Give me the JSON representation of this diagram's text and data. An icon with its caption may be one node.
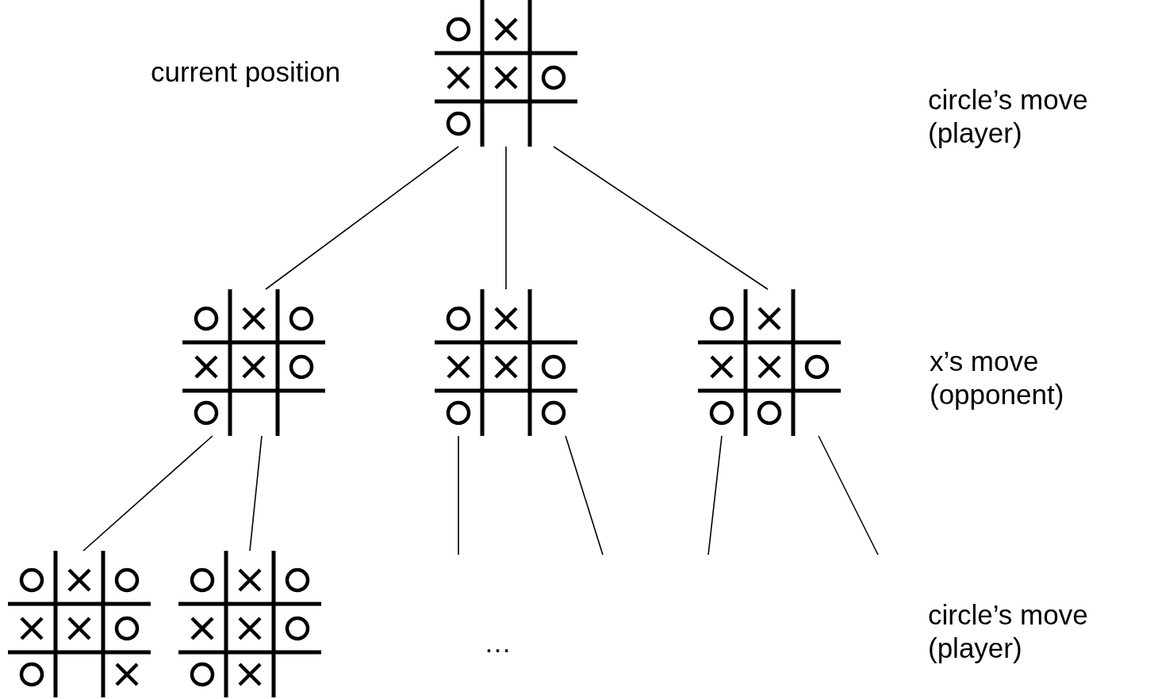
{
  "diagram": {
    "nodes": [
      {
        "text": [],
        "shape": "grid",
        "beside": [
          "current position"
        ]
      },
      {
        "text": [],
        "shape": "grid"
      },
      {
        "text": [],
        "shape": "grid"
      },
      {
        "text": [],
        "shape": "grid"
      },
      {
        "text": [],
        "shape": "grid"
      },
      {
        "text": [],
        "shape": "grid"
      }
    ],
    "edges": [
      {
        "from": 0,
        "to": 1,
        "arrow": "none"
      },
      {
        "from": 0,
        "to": 2,
        "arrow": "none"
      },
      {
        "from": 0,
        "to": 3,
        "arrow": "none"
      },
      {
        "from": 1,
        "to": 4,
        "arrow": "none"
      },
      {
        "from": 1,
        "to": 5,
        "arrow": "none"
      },
      {
        "from": 2,
        "to": null,
        "arrow": "none"
      },
      {
        "from": 2,
        "to": null,
        "arrow": "none"
      },
      {
        "from": 3,
        "to": null,
        "arrow": "none"
      },
      {
        "from": 3,
        "to": null,
        "arrow": "none"
      }
    ],
    "labels": [
      "circle’s move (player)",
      "x’s move (opponent)",
      "…",
      "circle’s move (player)"
    ]
  }
}
